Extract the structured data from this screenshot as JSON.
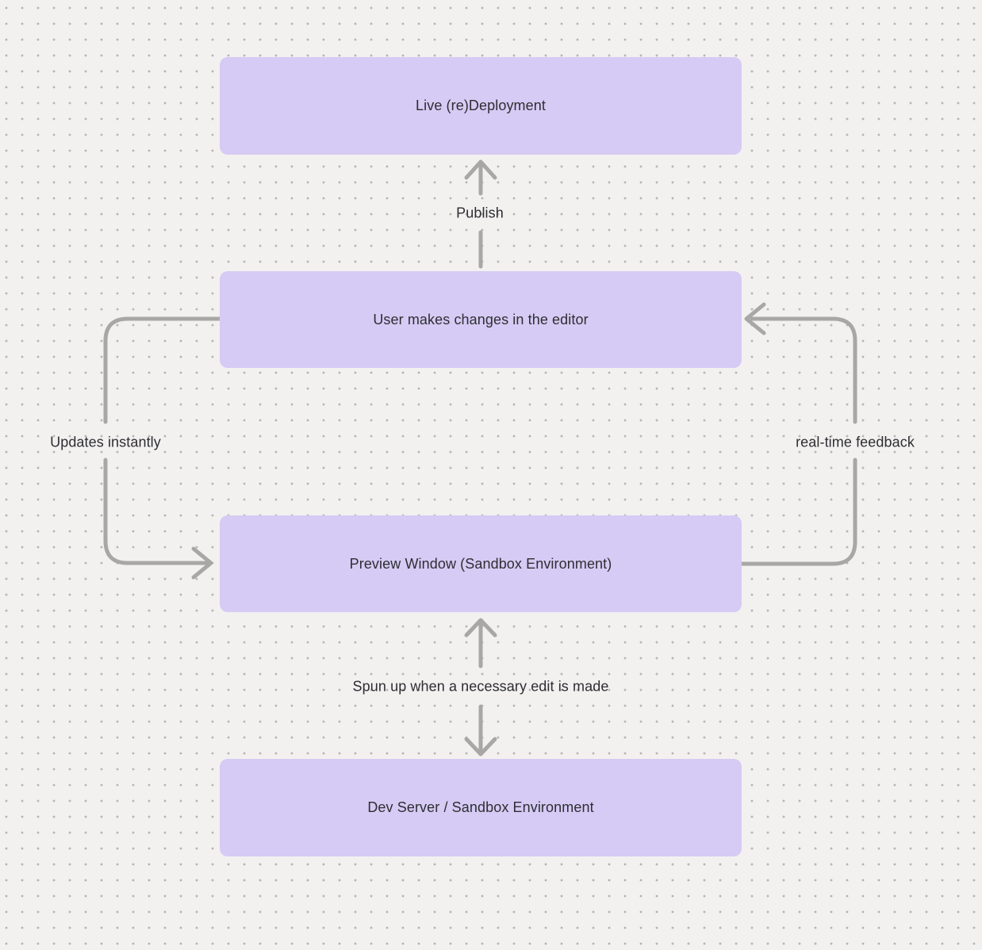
{
  "colors": {
    "background": "#f2f1f0",
    "grid_dot": "#b7b6b5",
    "node_fill": "#d6cbf4",
    "arrow": "#a8a7a6",
    "text": "#2e2e33"
  },
  "diagram": {
    "nodes": [
      {
        "id": "live-redeployment",
        "label": "Live (re)Deployment"
      },
      {
        "id": "user-editor",
        "label": "User makes changes in the editor"
      },
      {
        "id": "preview-window",
        "label": "Preview Window (Sandbox Environment)"
      },
      {
        "id": "dev-server",
        "label": "Dev Server / Sandbox Environment"
      }
    ],
    "edges": [
      {
        "id": "publish",
        "label": "Publish",
        "from": "user-editor",
        "to": "live-redeployment",
        "direction": "up"
      },
      {
        "id": "updates-instantly",
        "label": "Updates instantly",
        "from": "user-editor",
        "to": "preview-window",
        "direction": "down-left-loop"
      },
      {
        "id": "realtime-feedback",
        "label": "real-time feedback",
        "from": "preview-window",
        "to": "user-editor",
        "direction": "up-right-loop"
      },
      {
        "id": "spun-up",
        "label": "Spun up when a necessary edit is made",
        "from": "preview-window",
        "to": "dev-server",
        "direction": "bidirectional"
      }
    ]
  }
}
